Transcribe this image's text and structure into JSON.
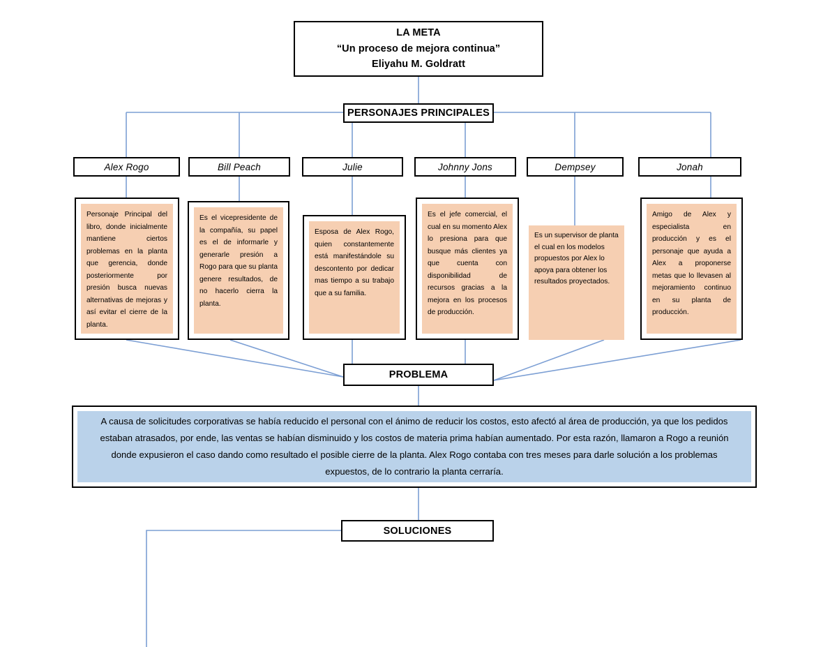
{
  "diagram": {
    "type": "concept-map",
    "title_node": {
      "line1": "LA META",
      "line2": "“Un proceso de mejora continua”",
      "line3": "Eliyahu M. Goldratt"
    },
    "hubs": {
      "personajes": "PERSONAJES PRINCIPALES",
      "problema": "PROBLEMA",
      "soluciones": "SOLUCIONES"
    },
    "characters": [
      {
        "name": "Alex Rogo",
        "description": "Personaje Principal del libro, donde inicialmente mantiene ciertos problemas en la planta que gerencia, donde posteriormente por presión busca nuevas alternativas de mejoras y así evitar el cierre de la planta."
      },
      {
        "name": "Bill Peach",
        "description": "Es el vicepresidente de la compañía, su papel es el de informarle y generarle presión a Rogo para que su planta genere resultados, de no hacerlo cierra la planta."
      },
      {
        "name": "Julie",
        "description": "Esposa de Alex Rogo, quien constantemente está manifestándole su descontento por dedicar mas tiempo a su trabajo que a su familia."
      },
      {
        "name": "Johnny Jons",
        "description": "Es el jefe comercial, el cual en su momento Alex lo presiona para que busque más clientes ya que cuenta con disponibilidad de recursos gracias a la mejora en los procesos de producción."
      },
      {
        "name": "Dempsey",
        "description": "Es un supervisor de planta el cual en los modelos propuestos por Alex lo apoya para obtener los resultados proyectados."
      },
      {
        "name": "Jonah",
        "description": "Amigo de Alex y especialista en producción y es el personaje que ayuda a Alex a proponerse metas que lo llevasen al mejoramiento continuo en su planta de producción."
      }
    ],
    "problem_statement": "A causa de solicitudes corporativas se había reducido el personal con el ánimo de reducir los costos, esto afectó al área de producción, ya que los pedidos estaban atrasados, por ende, las ventas se habían disminuido y los costos de materia prima habían aumentado. Por esta razón, llamaron a Rogo a reunión donde expusieron el caso dando como resultado el posible cierre de la planta. Alex Rogo contaba con tres meses para darle solución a los problemas expuestos, de lo contrario la planta cerraría.",
    "colors": {
      "character_fill": "#F6CFB2",
      "problem_fill": "#BAD2EA",
      "connector": "#7C9FD4",
      "border": "#000000"
    }
  }
}
